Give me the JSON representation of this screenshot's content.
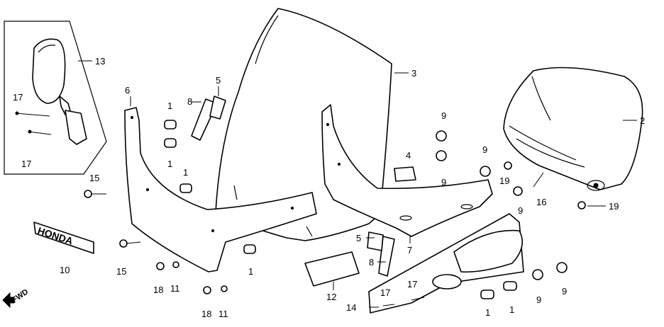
{
  "diagram": {
    "labels": {
      "l1a": "1",
      "l1b": "1",
      "l1c": "1",
      "l1d": "1",
      "l1e": "1",
      "l1f": "1",
      "l2": "2",
      "l3": "3",
      "l4": "4",
      "l5a": "5",
      "l5b": "5",
      "l6": "6",
      "l7": "7",
      "l8a": "8",
      "l8b": "8",
      "l9a": "9",
      "l9b": "9",
      "l9c": "9",
      "l9d": "9",
      "l9e": "9",
      "l9f": "9",
      "l10": "10",
      "l11a": "11",
      "l11b": "11",
      "l12": "12",
      "l13": "13",
      "l14": "14",
      "l15a": "15",
      "l15b": "15",
      "l16": "16",
      "l17a": "17",
      "l17b": "17",
      "l17c": "17",
      "l17d": "17",
      "l18a": "18",
      "l18b": "18",
      "l19a": "19",
      "l19b": "19"
    },
    "emblem_text": "HONDA",
    "fwd_label": "FWD"
  }
}
